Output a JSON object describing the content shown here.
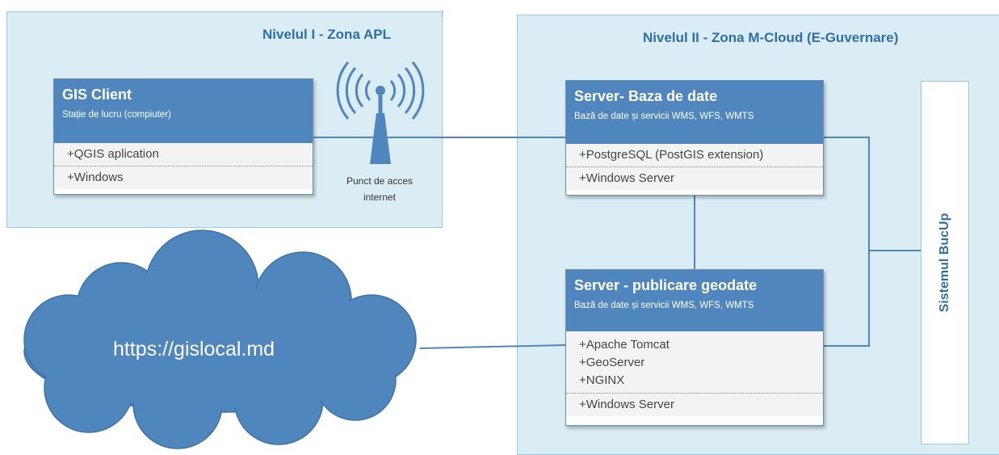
{
  "zones": {
    "apl": {
      "title": "Nivelul I - Zona APL"
    },
    "cloud": {
      "title": "Nivelul II - Zona M-Cloud (E-Guvernare)"
    }
  },
  "gis_client": {
    "title": "GIS Client",
    "subtitle": "Stație de lucru (compiuter)",
    "items": [
      "+QGIS aplication"
    ],
    "os": "+Windows"
  },
  "access_point": {
    "label_line1": "Punct de acces",
    "label_line2": "internet"
  },
  "db_server": {
    "title": "Server- Baza de date",
    "subtitle": "Bază de date și servicii WMS, WFS, WMTS",
    "items": [
      "+PostgreSQL (PostGIS extension)"
    ],
    "os": "+Windows Server"
  },
  "geo_server": {
    "title": "Server - publicare geodate",
    "subtitle": "Bază de date și servicii WMS, WFS, WMTS",
    "items": [
      "+Apache Tomcat",
      "+GeoServer",
      "+NGINX"
    ],
    "os": "+Windows Server"
  },
  "backup": {
    "label": "Sistemul BucUp"
  },
  "cloud": {
    "label": "https://gislocal.md"
  },
  "colors": {
    "zone_fill": "#daedf5",
    "header_fill": "#4e86bd",
    "title_blue": "#2e6fa7",
    "cloud_fill": "#4e86bd",
    "connector": "#4f86bd"
  }
}
